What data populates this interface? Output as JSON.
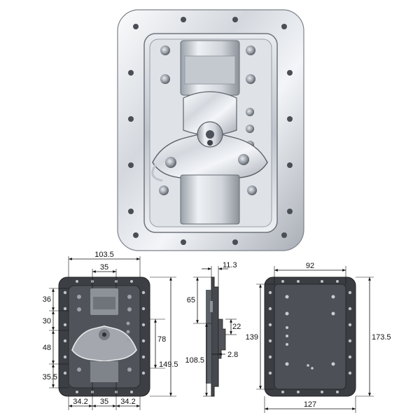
{
  "colors": {
    "background": "#ffffff",
    "chrome_light": "#f2f4f7",
    "chrome_mid": "#c9ced6",
    "chrome_dark": "#8a9099",
    "drawing_dark": "#3a3d42",
    "drawing_mid": "#5b5f66",
    "dimension_line": "#111111"
  },
  "photo": {
    "subject": "butterfly-latch-dish"
  },
  "front_view": {
    "dims": {
      "overall_width": "103.5",
      "handle_width": "35",
      "row1": "36",
      "row2": "30",
      "row3": "48",
      "row4": "35.5",
      "mid_height": "78",
      "total_height": "149.5",
      "bottom_left": "34.2",
      "bottom_mid": "35",
      "bottom_right": "34.2"
    }
  },
  "side_view": {
    "dims": {
      "depth": "11.3",
      "top_section": "65",
      "protrusion": "22",
      "lower_height": "108.5",
      "thickness": "2.8"
    }
  },
  "back_view": {
    "dims": {
      "inner_width": "92",
      "inner_height": "139",
      "overall_height": "173.5",
      "overall_width": "127"
    }
  }
}
